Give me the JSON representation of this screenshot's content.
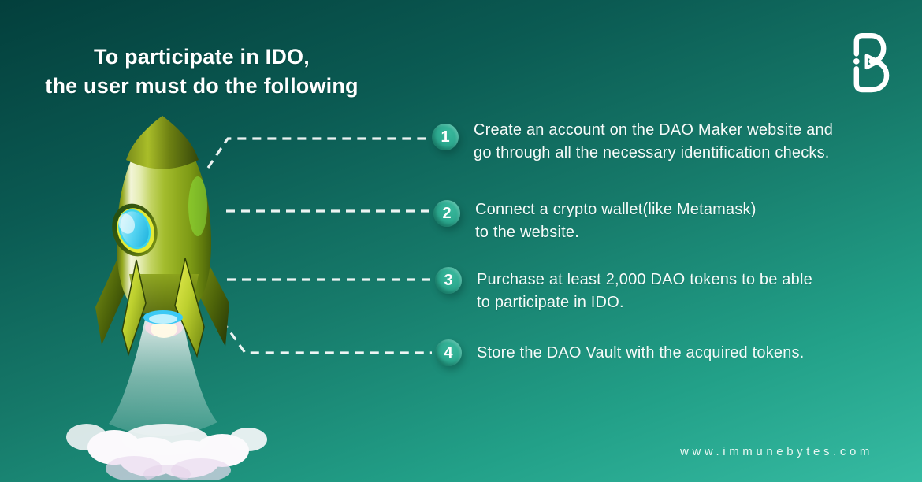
{
  "title": "To participate in IDO,\nthe user must do the following",
  "brand": {
    "logo_icon": "immunebytes-logo",
    "website": "www.immunebytes.com"
  },
  "steps": [
    {
      "number": "1",
      "text": "Create an account on the DAO Maker website and\ngo through all the necessary identification checks."
    },
    {
      "number": "2",
      "text": "Connect a crypto wallet(like Metamask)\nto the website."
    },
    {
      "number": "3",
      "text": "Purchase at least 2,000 DAO tokens to be able\nto participate in IDO."
    },
    {
      "number": "4",
      "text": "Store the DAO Vault with the acquired tokens."
    }
  ],
  "illustration": {
    "name": "rocket-launch",
    "connector_style": "white-dashed"
  },
  "colors": {
    "background_dark": "#033F3C",
    "background_light": "#36BBA2",
    "badge": "#2CA88E",
    "text": "#FFFFFF",
    "rocket_body": "#A4BD2E",
    "porthole_glass": "#2CC4EE"
  }
}
